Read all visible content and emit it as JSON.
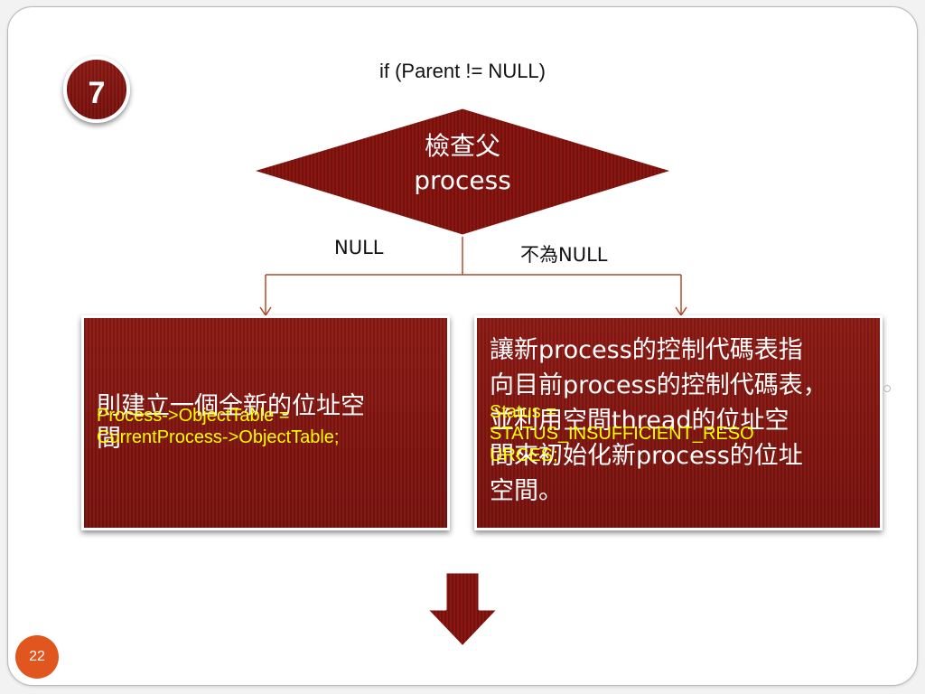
{
  "slide": {
    "step_number": "7",
    "condition": "if (Parent != NULL)",
    "decision_line1": "檢查父",
    "decision_line2": "process",
    "branch_left_label": "NULL",
    "branch_right_label": "不為NULL",
    "left_box": {
      "text_line1": "則建立一個全新的位址空",
      "text_line2": "間",
      "code_line1": "Process->ObjectTable =",
      "code_line2": "CurrentProcess->ObjectTable;"
    },
    "right_box": {
      "text_lines": [
        "讓新process的控制代碼表指",
        "向目前process的控制代碼表，",
        "並利用空間thread的位址空",
        "間來初始化新process的位址",
        "空間。"
      ],
      "code_line1": "Status =",
      "code_line2": "STATUS_INSUFFICIENT_RESO",
      "code_line3": "URCES;"
    },
    "page_number": "22"
  },
  "colors": {
    "box_red": "#8e1a14",
    "connector": "#b04a2a",
    "code_yellow": "#ffff00",
    "page_badge": "#e0561e"
  }
}
